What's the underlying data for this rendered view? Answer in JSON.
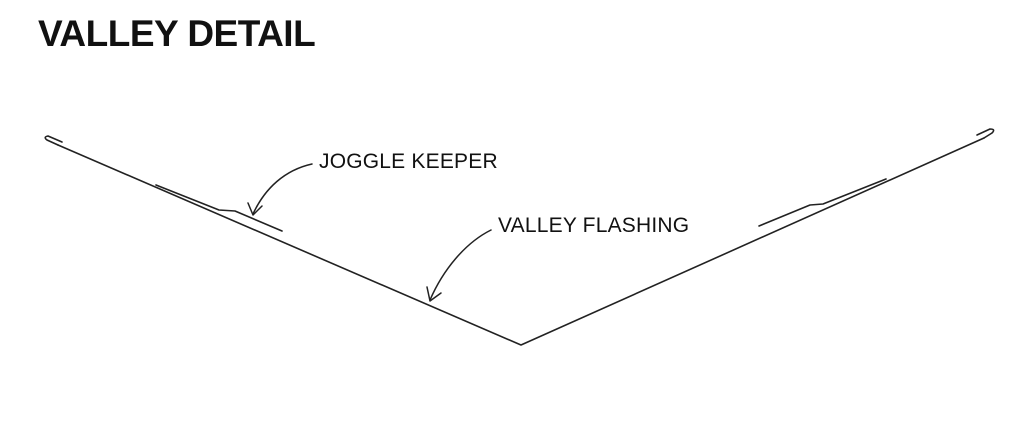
{
  "title": "VALLEY DETAIL",
  "labels": {
    "joggle_keeper": "JOGGLE KEEPER",
    "valley_flashing": "VALLEY FLASHING"
  },
  "colors": {
    "ink": "#222222",
    "background": "#ffffff"
  }
}
